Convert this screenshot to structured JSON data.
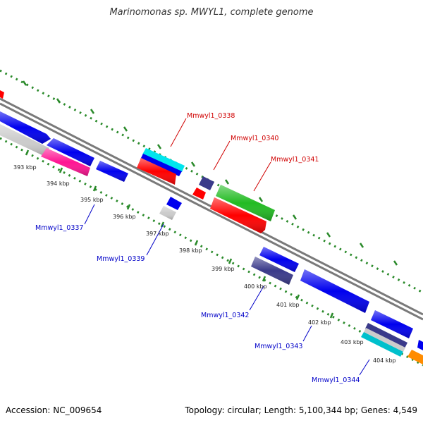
{
  "title": "Marinomonas sp. MWYL1, complete genome",
  "footer": {
    "accession": "Accession: NC_009654",
    "summary": "Topology: circular; Length: 5,100,344 bp; Genes: 4,549"
  },
  "colors": {
    "backbone": "#7a7a7a",
    "dots": "#2a8a2a",
    "label_upper": "#d00000",
    "label_lower": "#0000c8"
  },
  "ticks": [
    "393 kbp",
    "394 kbp",
    "395 kbp",
    "396 kbp",
    "397 kbp",
    "398 kbp",
    "399 kbp",
    "400 kbp",
    "401 kbp",
    "402 kbp",
    "403 kbp",
    "404 kbp"
  ],
  "gene_labels": {
    "upper": [
      "Mmwyl1_0338",
      "Mmwyl1_0340",
      "Mmwyl1_0341"
    ],
    "lower": [
      "Mmwyl1_0337",
      "Mmwyl1_0339",
      "Mmwyl1_0342",
      "Mmwyl1_0343",
      "Mmwyl1_0344"
    ]
  }
}
